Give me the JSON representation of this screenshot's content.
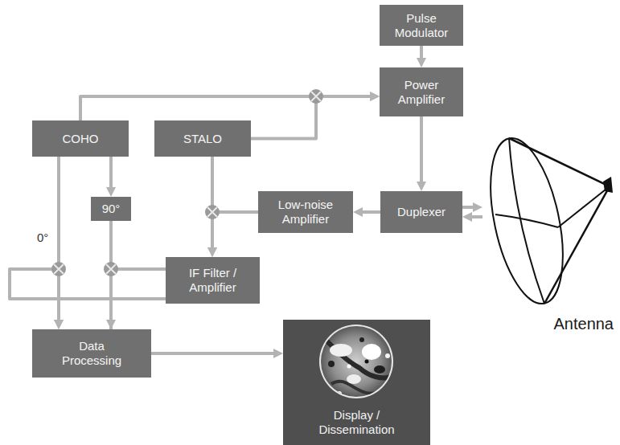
{
  "diagram": {
    "nodes": [
      {
        "text": [
          "Pulse Modulator"
        ]
      },
      {
        "text": [
          "Power Amplifier"
        ]
      },
      {
        "text": [
          "COHO"
        ]
      },
      {
        "text": [
          "STALO"
        ]
      },
      {
        "text": [
          "Duplexer"
        ]
      },
      {
        "text": [
          "Low-noise Amplifier"
        ]
      },
      {
        "text": [
          "Antenna"
        ]
      },
      {
        "text": [
          "90°"
        ]
      },
      {
        "text": [
          "IF Filter / Amplifier"
        ]
      },
      {
        "text": [
          "Data Processing"
        ]
      },
      {
        "text": [
          "Display / Dissemination"
        ]
      }
    ],
    "edges": [
      {
        "from": 0,
        "to": 1,
        "arrow": "to"
      },
      {
        "from": 2,
        "to": 1,
        "arrow": "to"
      },
      {
        "from": 3,
        "to": 1,
        "arrow": "to"
      },
      {
        "from": 1,
        "to": 4,
        "arrow": "to"
      },
      {
        "from": 4,
        "to": 6,
        "arrow": "to"
      },
      {
        "from": 6,
        "to": 4,
        "arrow": "to"
      },
      {
        "from": 4,
        "to": 5,
        "arrow": "to"
      },
      {
        "from": 5,
        "to": 8,
        "arrow": "to"
      },
      {
        "from": 3,
        "to": 8,
        "arrow": "to"
      },
      {
        "from": 2,
        "to": 7,
        "arrow": "to"
      },
      {
        "from": 2,
        "to": 9,
        "arrow": "to"
      },
      {
        "from": 7,
        "to": 9,
        "arrow": "to"
      },
      {
        "from": 8,
        "to": 9,
        "arrow": "to"
      },
      {
        "from": 9,
        "to": 10,
        "arrow": "to"
      }
    ],
    "labels": [
      "0°"
    ]
  }
}
